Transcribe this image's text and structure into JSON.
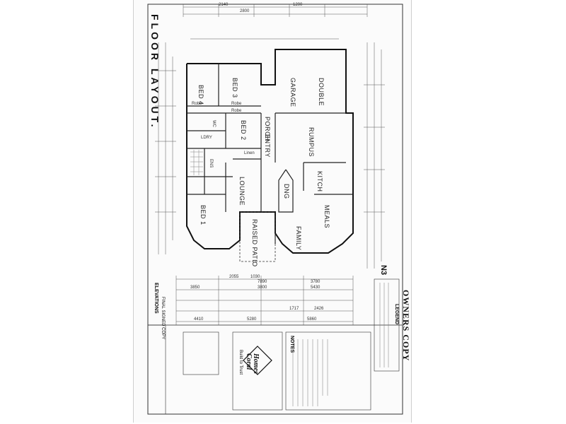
{
  "title_vertical": "FLOOR LAYOUT.",
  "owners_copy": "OWNERS COPY",
  "legend_title": "LEGEND",
  "notes_title": "NOTES",
  "sheet_code": "N3",
  "elevations_label": "ELEVATIONS",
  "final_signed": "FINAL SIGNED COPY",
  "brand_line1": "Coral",
  "brand_line2": "Homes",
  "brand_tagline": "Build to Trust",
  "rooms": {
    "bed4": "BED 4",
    "bed3": "BED 3",
    "bed2": "BED 2",
    "bed1": "BED 1",
    "garage": "GARAGE",
    "double": "DOUBLE",
    "rumpus": "RUMPUS",
    "entry": "ENTRY",
    "porch": "PORCH",
    "kitch": "KITCH",
    "dng": "DNG",
    "lounge": "LOUNGE",
    "meals": "MEALS",
    "family": "FAMILY",
    "raised_patio": "RAISED PATIO",
    "robe1": "Robe",
    "robe2": "Robe",
    "robe3": "Robe",
    "ldry": "LDRY",
    "linen": "Linen",
    "wc": "WC",
    "ens": "ENS"
  },
  "dims": {
    "d1": "2800",
    "d2": "2140",
    "d3": "1200",
    "d4": "4410",
    "d5": "5280",
    "d6": "5860",
    "d7": "3780",
    "d8": "3850",
    "d9": "3800",
    "d10": "5430",
    "d11": "2055",
    "d12": "1030",
    "d13": "7890",
    "d14": "1717",
    "d15": "2426"
  }
}
